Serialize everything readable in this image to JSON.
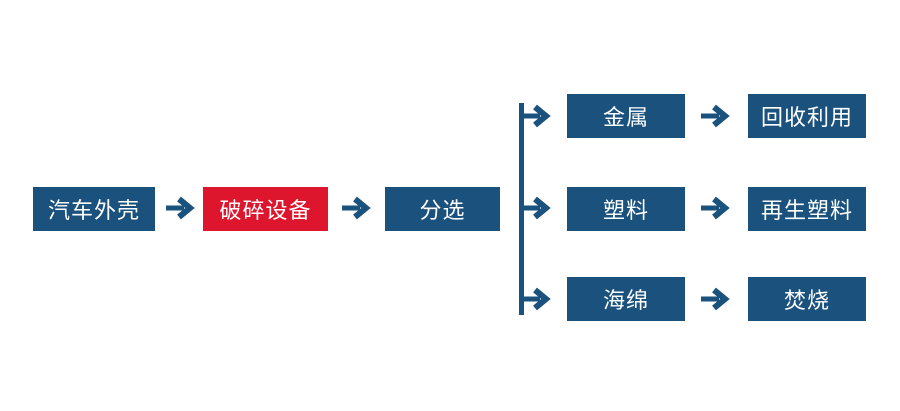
{
  "colors": {
    "background": "#FFFFFF",
    "box_blue": "#1A517D",
    "box_red": "#DE162D",
    "arrow_blue": "#1A517D",
    "text": "#FFFFFF"
  },
  "icons": {
    "arrow_right_glyph": "→"
  },
  "flow": {
    "main": [
      {
        "label": "汽车外壳",
        "variant": "blue"
      },
      {
        "label": "破碎设备",
        "variant": "red"
      },
      {
        "label": "分选",
        "variant": "blue"
      }
    ],
    "branches": [
      {
        "source_label": "金属",
        "result_label": "回收利用"
      },
      {
        "source_label": "塑料",
        "result_label": "再生塑料"
      },
      {
        "source_label": "海绵",
        "result_label": "焚烧"
      }
    ]
  }
}
